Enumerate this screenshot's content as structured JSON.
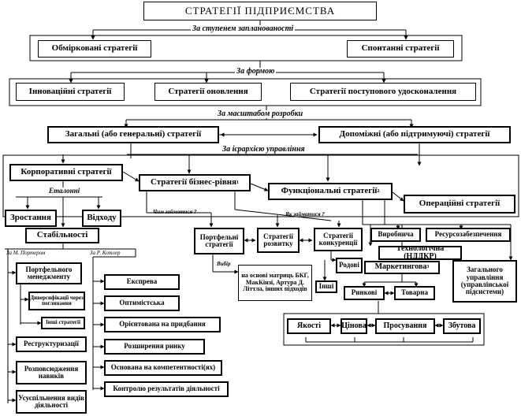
{
  "title": "СТРАТЕГІЇ ПІДПРИЄМСТВА",
  "labels": {
    "planned": "За ступенем запланованості",
    "form": "За формою",
    "scale": "За масштабом розробки",
    "hierarchy": "За ієрархією управління",
    "standards": "Еталонні",
    "porter": "За М. Портером",
    "kotler": "За Р. Котлер",
    "what_doing": "Чим займатися ?",
    "how_doing": "Як займатися ?",
    "choice": "Вибір"
  },
  "boxes": {
    "deliberate": "Обмірковані стратегії",
    "spontaneous": "Спонтанні стратегії",
    "innovative": "Інноваційні стратегії",
    "renewal": "Стратегії оновлення",
    "gradual": "Стратегії поступового удосконалення",
    "general": "Загальні (або генеральні) стратегії",
    "auxiliary": "Допоміжні (або підтримуючі) стратегії",
    "corporate": "Корпоративні стратегії",
    "business": "Стратегії бізнес-рівня",
    "business_sup": "1",
    "functional": "Функціональні стратегії",
    "functional_sup": "2",
    "operational": "Операційні стратегії",
    "growth": "Зростання",
    "retreat": "Відходу",
    "stability": "Стабільності",
    "portfolio": "Портфельні стратегії",
    "development": "Стратегії розвитку",
    "competition": "Стратегії конкуренції",
    "matrices": "на основі матриць БКГ, МакКінзі, Артура Д. Літтла, інших підходів",
    "generic": "Родові",
    "others": "Інші",
    "production": "Виробнича",
    "resource": "Ресурсозабезпечення",
    "technological": "Технологічна (НДДКР)",
    "marketing": "Маркетингова",
    "marketing_sup": "3",
    "general_mgmt": "Загального управління (управлінської підсистеми)",
    "market": "Ринкові",
    "product": "Товарна",
    "quality": "Якості",
    "price": "Цінова",
    "promotion": "Просування",
    "sales": "Збутова",
    "portfolio_mgr": "Портфельного менеджменту",
    "diversification": "Диверсифікації через поглинання",
    "other_strategies": "Інші стратегії",
    "restructuring": "Реструктуризації",
    "skills": "Розповсюдження навиків",
    "coordination": "Усуспільнення видів діяльності",
    "express": "Експрева",
    "optimistic": "Оптимістська",
    "acquisition": "Орієнтована на придбання",
    "market_expansion": "Розширення ринку",
    "competence": "Основана на компетентності(ях)",
    "control": "Контролю результатів діяльності"
  }
}
